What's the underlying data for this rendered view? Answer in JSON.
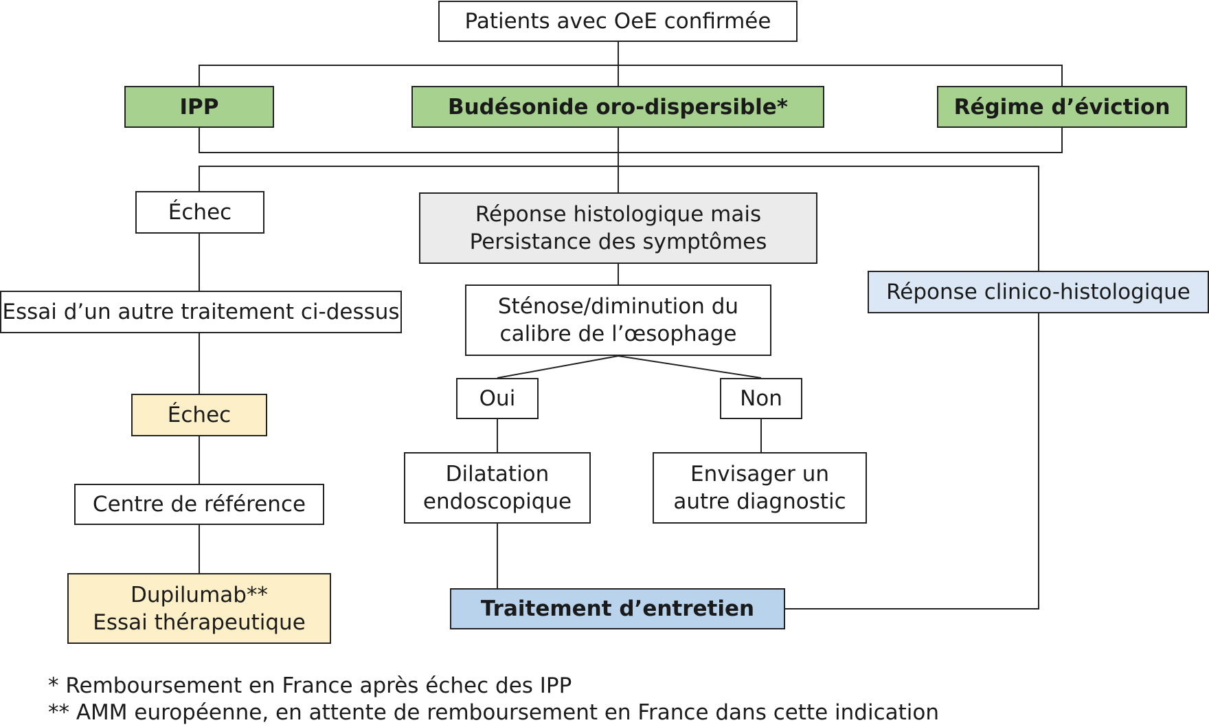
{
  "diagram": {
    "root": "Patients avec OeE confirmée",
    "treatments": {
      "ipp": "IPP",
      "budesonide": "Budésonide oro-dispersible*",
      "regime": "Régime d’éviction"
    },
    "left_branch": {
      "echec_1": "Échec",
      "essai": "Essai d’un autre traitement ci-dessus",
      "echec_2": "Échec",
      "centre": "Centre de référence",
      "dupilumab": "Dupilumab**\nEssai thérapeutique"
    },
    "middle_branch": {
      "reponse_histo": "Réponse histologique mais\nPersistance des symptômes",
      "stenose": "Sténose/diminution du\ncalibre de l’œsophage",
      "oui": "Oui",
      "non": "Non",
      "dilatation": "Dilatation\nendoscopique",
      "autre_diag": "Envisager un\nautre diagnostic"
    },
    "right_branch": {
      "reponse_clinico": "Réponse clinico-histologique"
    },
    "maintenance": "Traitement d’entretien"
  },
  "footnotes": {
    "note_1": "* Remboursement en France après échec des IPP",
    "note_2": "** AMM européenne, en attente de remboursement en France dans cette indication"
  },
  "colors": {
    "treatment_green": "#a6d18e",
    "histo_grey": "#ebebeb",
    "clinico_lightblue": "#dbe7f4",
    "maintenance_blue": "#b9d3ec",
    "failure_yellow": "#fdf0c8"
  }
}
